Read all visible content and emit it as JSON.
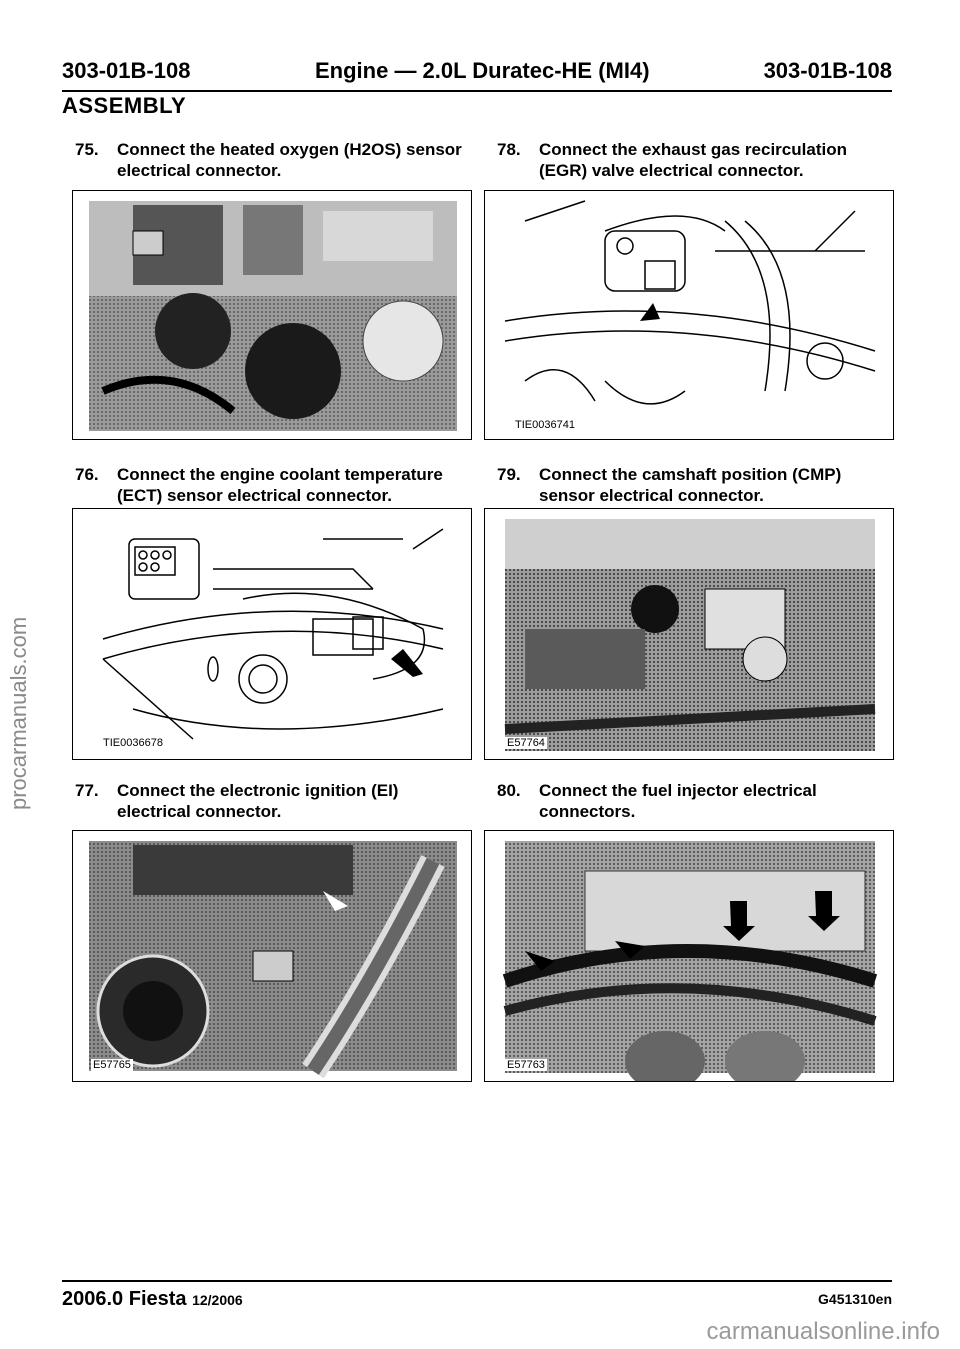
{
  "header": {
    "left_code": "303-01B-108",
    "title": "Engine — 2.0L Duratec-HE (MI4)",
    "right_code": "303-01B-108"
  },
  "section_title": "ASSEMBLY",
  "steps": [
    {
      "num": "75.",
      "text": "Connect the heated oxygen (H2OS) sensor\nelectrical connector.",
      "figure_code": ""
    },
    {
      "num": "76.",
      "text": "Connect the engine coolant temperature\n(ECT) sensor electrical connector.",
      "figure_code": "TIE0036678"
    },
    {
      "num": "77.",
      "text": "Connect the electronic ignition (EI)\nelectrical connector.",
      "figure_code": "E57765"
    },
    {
      "num": "78.",
      "text": "Connect the exhaust gas recirculation\n(EGR) valve electrical connector.",
      "figure_code": "TIE0036741"
    },
    {
      "num": "79.",
      "text": "Connect the camshaft position (CMP)\nsensor electrical connector.",
      "figure_code": "E57764"
    },
    {
      "num": "80.",
      "text": "Connect the fuel injector electrical\nconnectors.",
      "figure_code": "E57763"
    }
  ],
  "footer": {
    "model": "2006.0 Fiesta",
    "date": "12/2006",
    "doc_id": "G451310en"
  },
  "watermarks": {
    "side": "procarmanuals.com",
    "bottom": "carmanualsonline.info"
  }
}
